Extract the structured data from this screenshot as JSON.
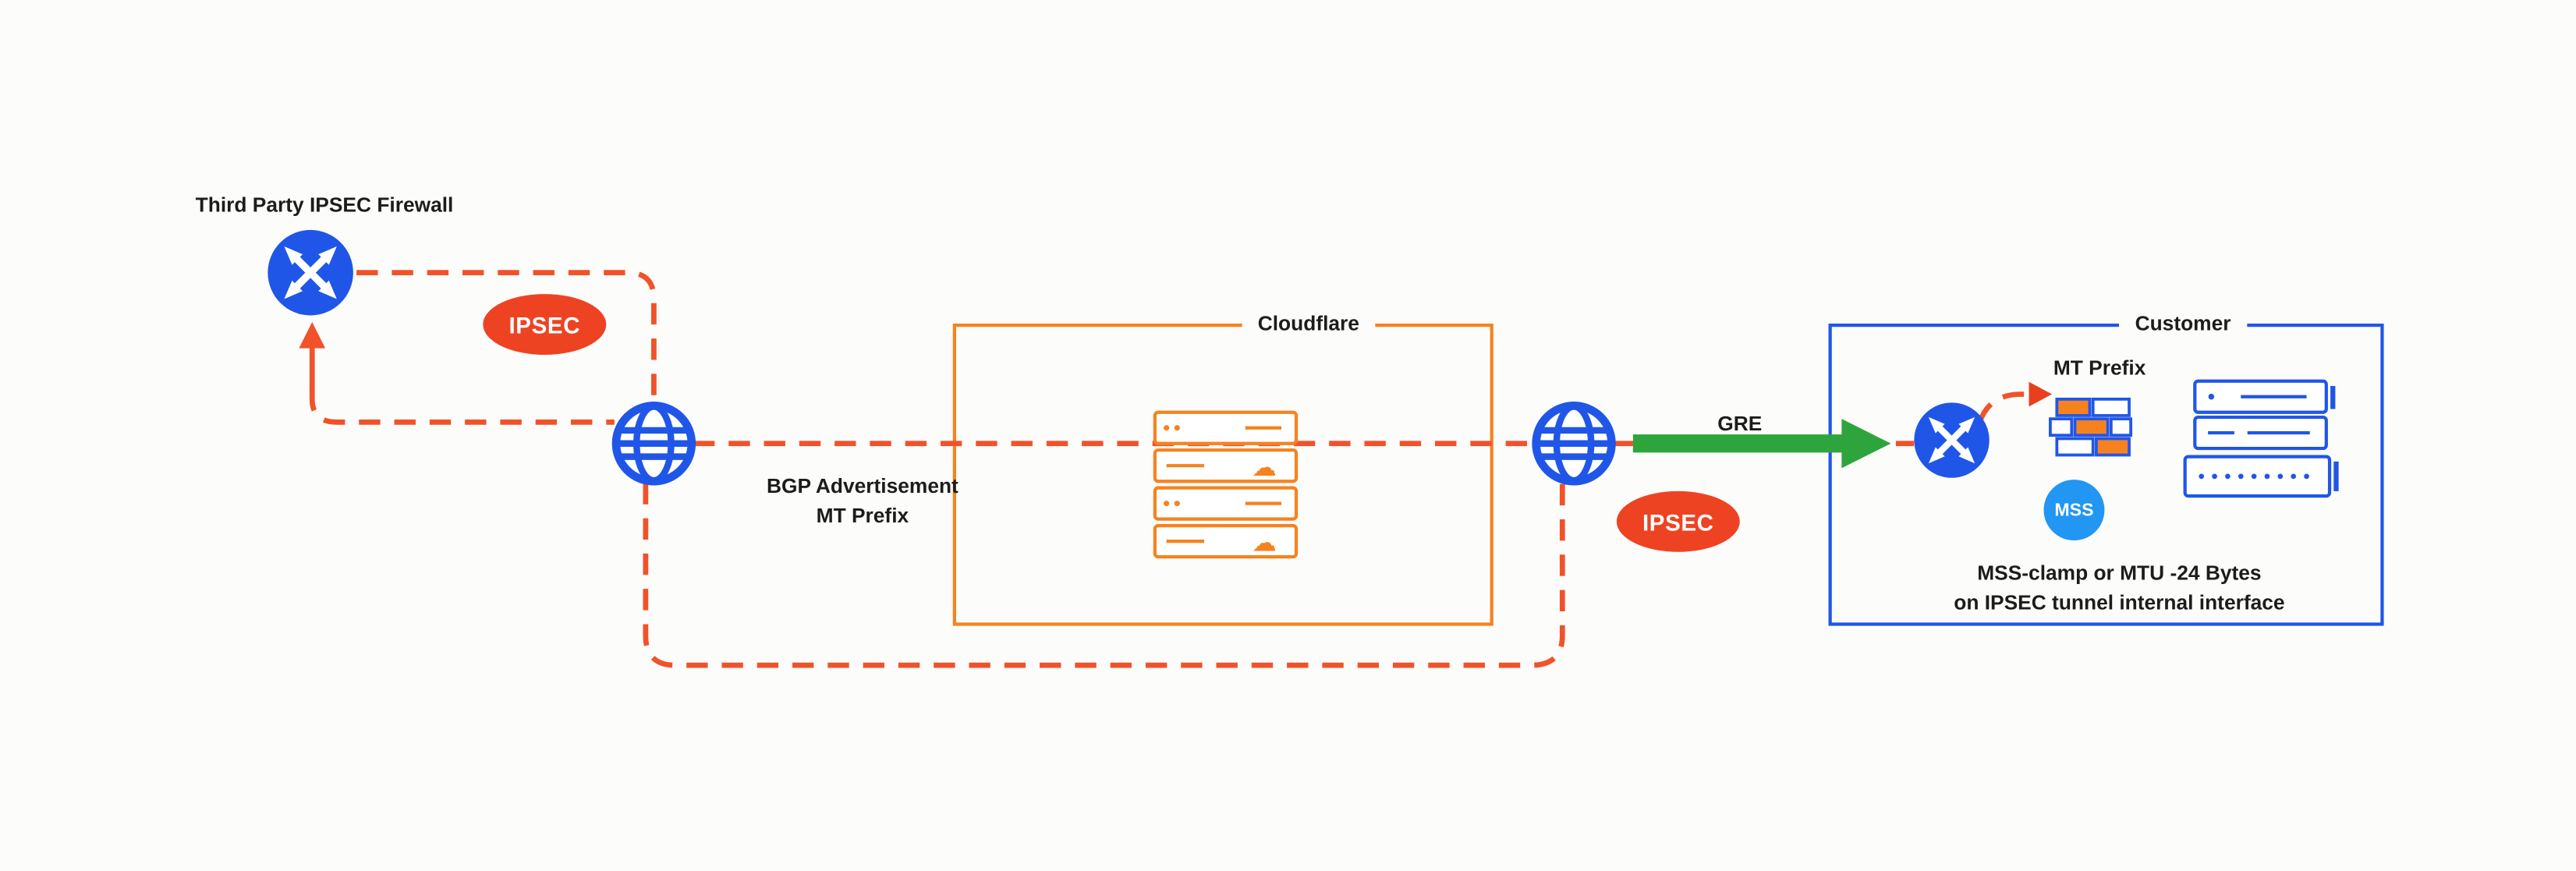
{
  "diagram": {
    "left": {
      "firewall_label": "Third Party IPSEC Firewall",
      "ipsec_badge": "IPSEC"
    },
    "middle": {
      "bgp_annotation_line1": "BGP Advertisement",
      "bgp_annotation_line2": "MT Prefix",
      "cloudflare_box_label": "Cloudflare"
    },
    "right": {
      "gre_label": "GRE",
      "ipsec_badge": "IPSEC",
      "customer_box_label": "Customer",
      "mt_prefix_label": "MT Prefix",
      "mss_badge": "MSS",
      "mss_note_line1": "MSS-clamp or MTU -24 Bytes",
      "mss_note_line2": "on IPSEC tunnel internal interface"
    },
    "colors": {
      "tunnel_dash_red": "#F1522A",
      "ipsec_badge_red": "#EE4323",
      "cloudflare_orange": "#F6821F",
      "network_blue": "#2056E8",
      "mss_blue": "#2196F3",
      "gre_green": "#2EA53C",
      "background": "#FCFCFA"
    }
  }
}
